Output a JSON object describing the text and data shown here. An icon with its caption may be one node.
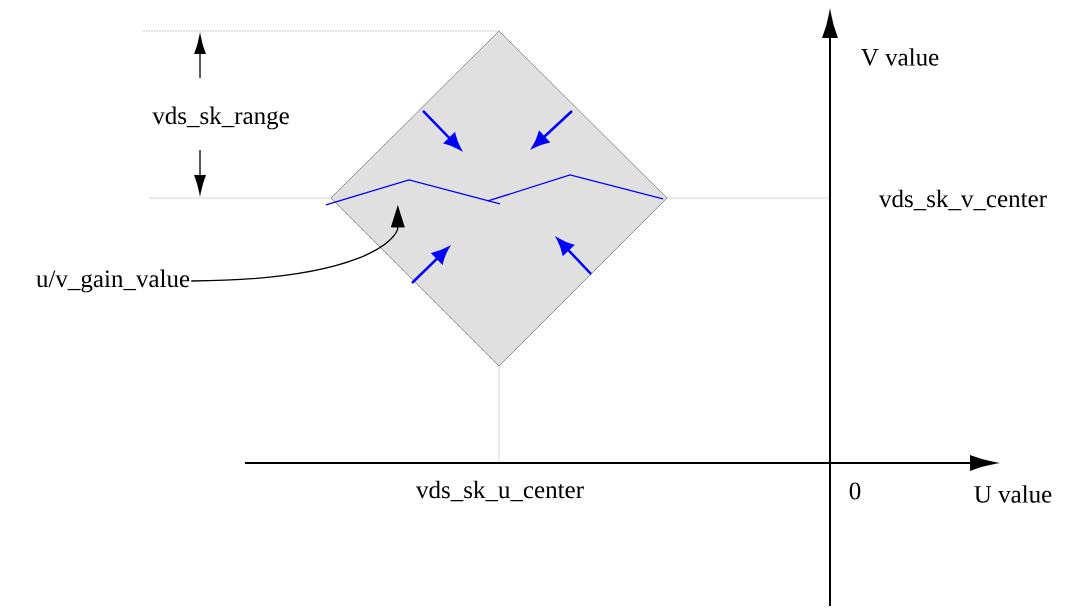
{
  "diagram": {
    "nodes": [
      {
        "text": [
          "u/v_gain_value"
        ]
      },
      {
        "text": [],
        "shape": "line"
      }
    ],
    "edges": [
      {
        "from": 0,
        "to": 1,
        "arrow": "to"
      }
    ],
    "labels": [
      "vds_sk_range",
      "V value",
      "vds_sk_v_center",
      "vds_sk_u_center",
      "0",
      "U value"
    ]
  }
}
